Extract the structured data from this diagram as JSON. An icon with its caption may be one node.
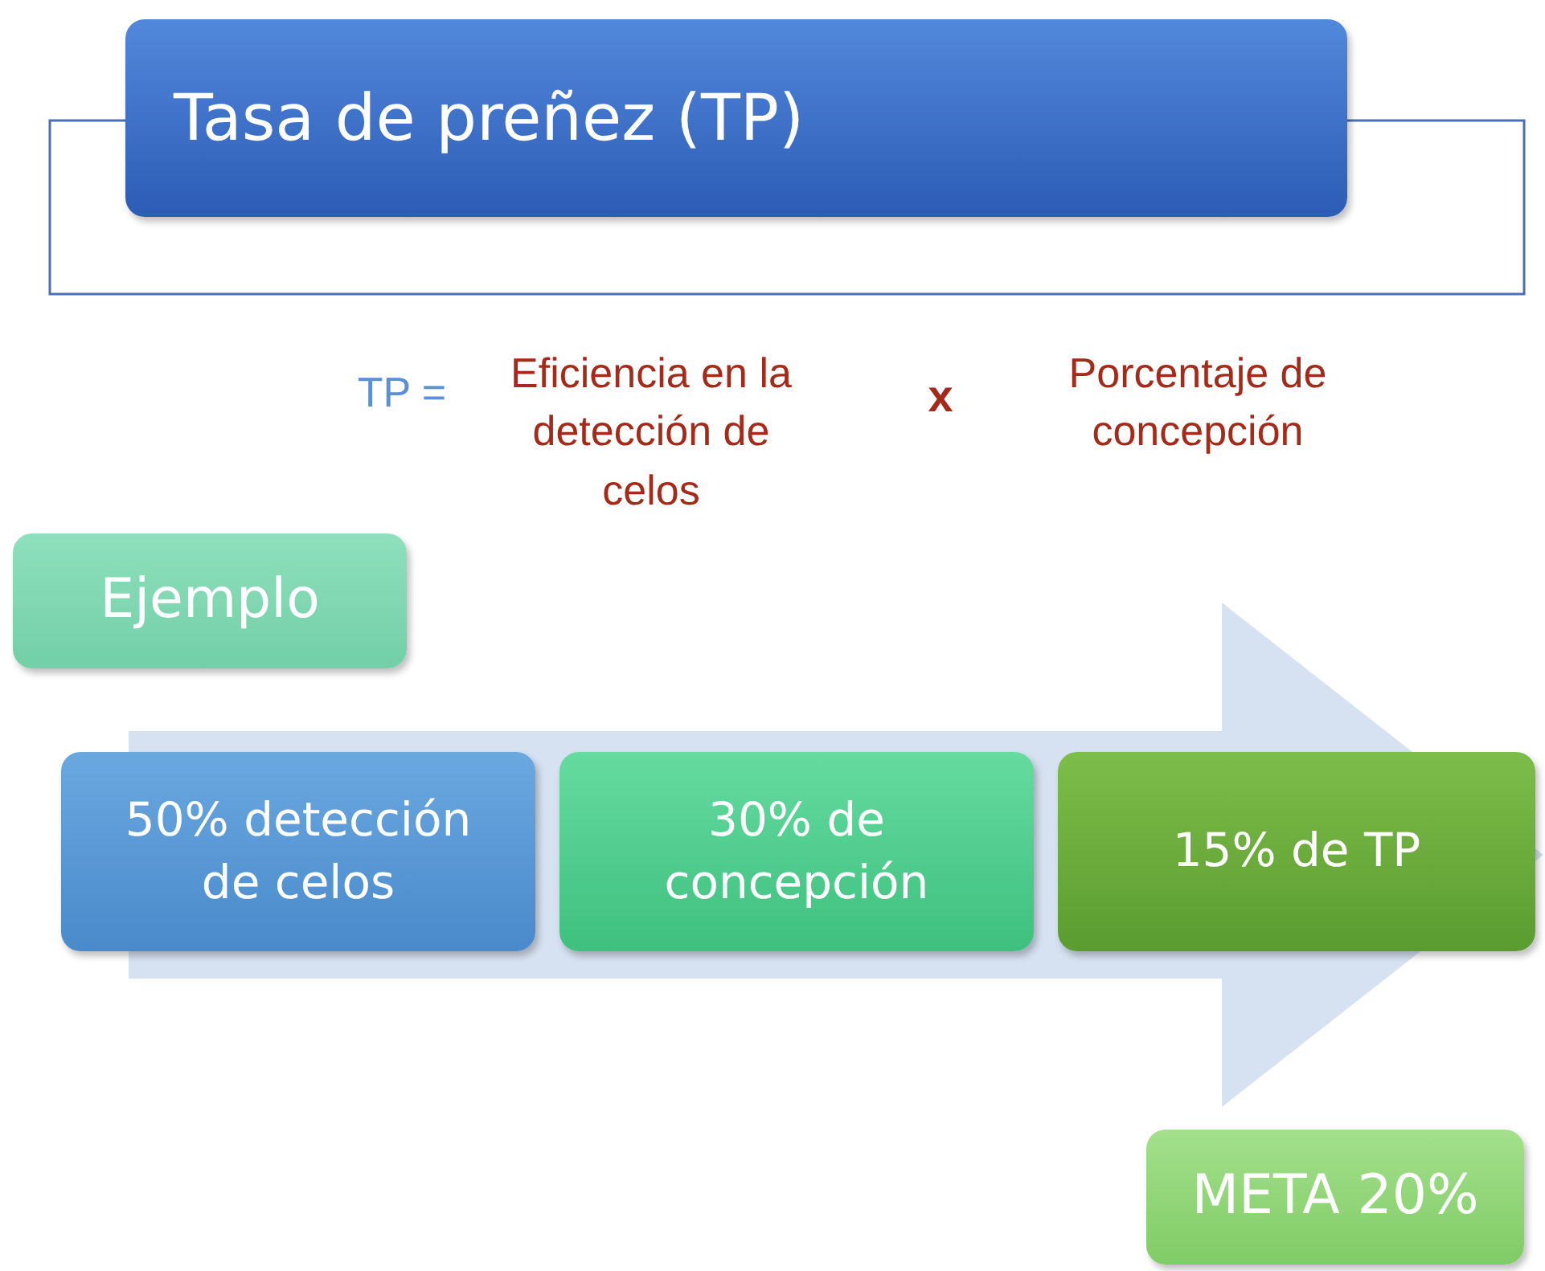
{
  "diagram": {
    "nodes": [
      {
        "text": [
          "Tasa de preñez (TP)"
        ]
      },
      {
        "text": [
          "Ejemplo"
        ]
      },
      {
        "text": [
          "50% detección de celos"
        ]
      },
      {
        "text": [
          "30% de concepción"
        ]
      },
      {
        "text": [
          "15% de TP"
        ]
      },
      {
        "text": [
          "META 20%"
        ]
      }
    ],
    "edges": [
      {
        "from": 2,
        "to": 4,
        "arrow": "to"
      }
    ],
    "labels": [
      "TP =",
      "Eficiencia en la detección de celos",
      "x",
      "Porcentaje de concepción"
    ]
  }
}
